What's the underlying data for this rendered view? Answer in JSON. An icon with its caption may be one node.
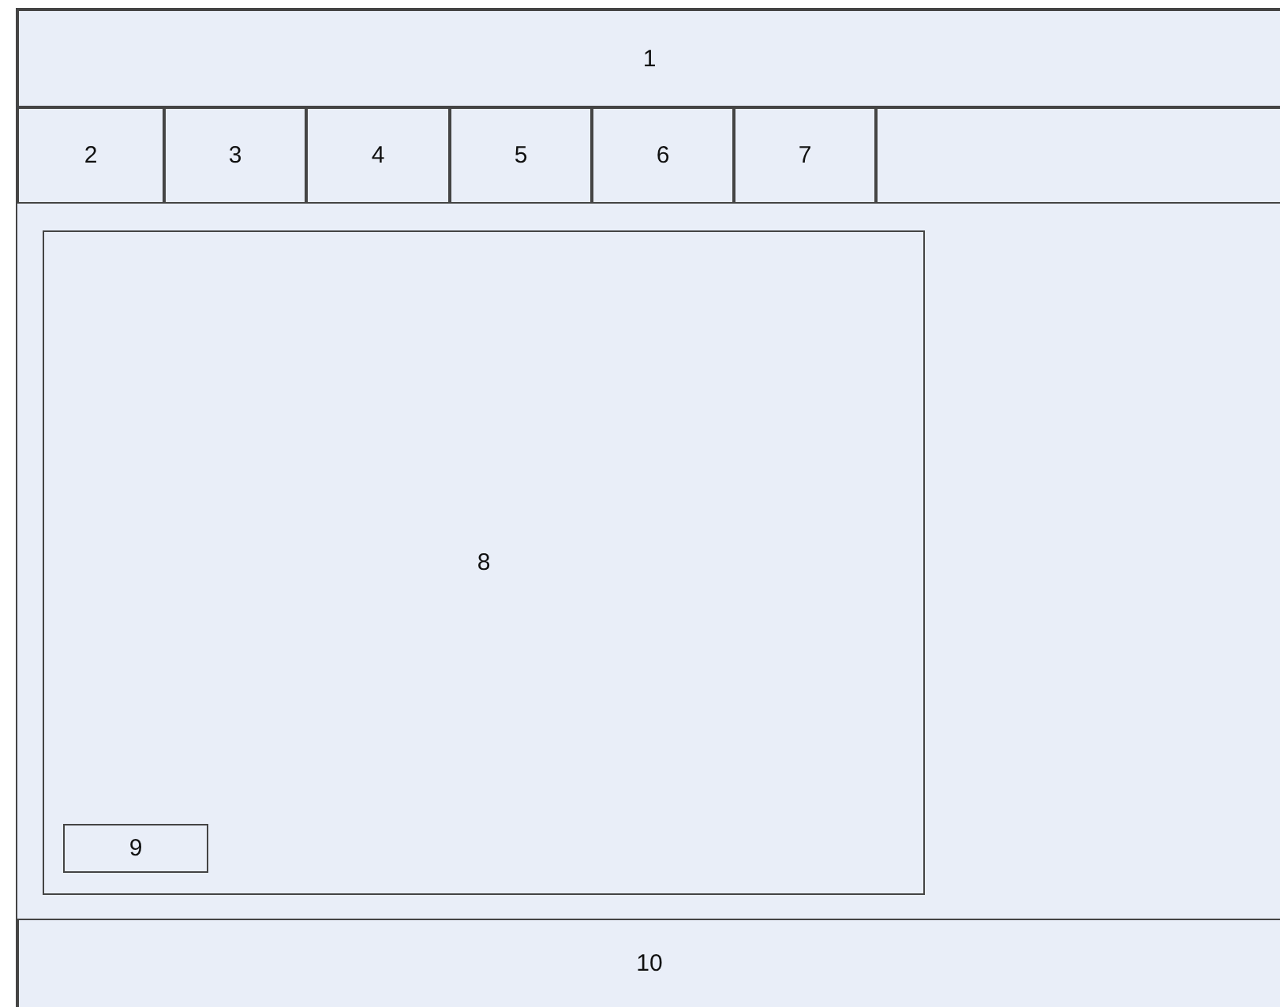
{
  "diagram": {
    "nodes": [
      {
        "text": [
          "1"
        ]
      },
      {
        "text": [
          "2"
        ]
      },
      {
        "text": [
          "3"
        ]
      },
      {
        "text": [
          "4"
        ]
      },
      {
        "text": [
          "5"
        ]
      },
      {
        "text": [
          "6"
        ]
      },
      {
        "text": [
          "7"
        ]
      },
      {
        "text": [
          "8"
        ]
      },
      {
        "text": [
          "9"
        ],
        "in": 7
      },
      {
        "text": [
          "10"
        ]
      }
    ]
  }
}
